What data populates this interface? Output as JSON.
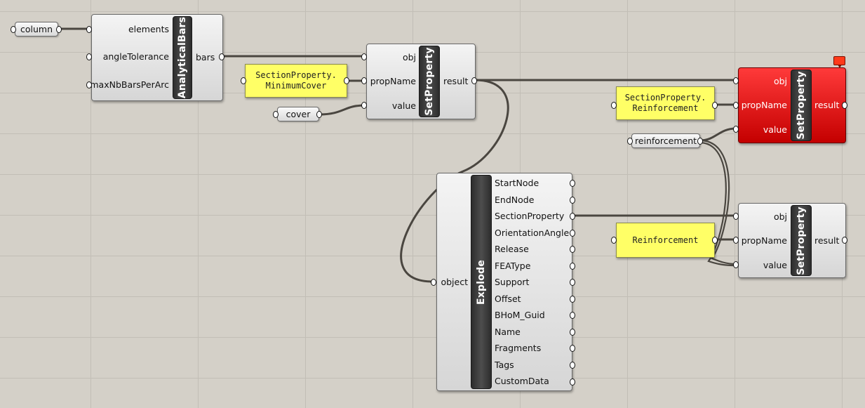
{
  "params": {
    "column": "column",
    "cover": "cover",
    "reinforcement": "reinforcement"
  },
  "panels": {
    "minimum_cover": "SectionProperty.\nMinimumCover",
    "reinforcement_prop": "SectionProperty.\nReinforcement",
    "reinforcement": "Reinforcement"
  },
  "analytical_bars": {
    "title": "AnalyticalBars",
    "inputs": [
      "elements",
      "angleTolerance",
      "maxNbBarsPerArc"
    ],
    "outputs": [
      "bars"
    ]
  },
  "set_property_1": {
    "title": "SetProperty",
    "inputs": [
      "obj",
      "propName",
      "value"
    ],
    "outputs": [
      "result"
    ]
  },
  "set_property_2": {
    "title": "SetProperty",
    "state": "error",
    "inputs": [
      "obj",
      "propName",
      "value"
    ],
    "outputs": [
      "result"
    ]
  },
  "set_property_3": {
    "title": "SetProperty",
    "inputs": [
      "obj",
      "propName",
      "value"
    ],
    "outputs": [
      "result"
    ]
  },
  "explode": {
    "title": "Explode",
    "inputs": [
      "object"
    ],
    "outputs": [
      "StartNode",
      "EndNode",
      "SectionProperty",
      "OrientationAngle",
      "Release",
      "FEAType",
      "Support",
      "Offset",
      "BHoM_Guid",
      "Name",
      "Fragments",
      "Tags",
      "CustomData"
    ]
  },
  "colors": {
    "canvas": "#d4d0c8",
    "wire": "#4a4640",
    "panel_yellow": "#ffff66",
    "error_red": "#e00000"
  }
}
